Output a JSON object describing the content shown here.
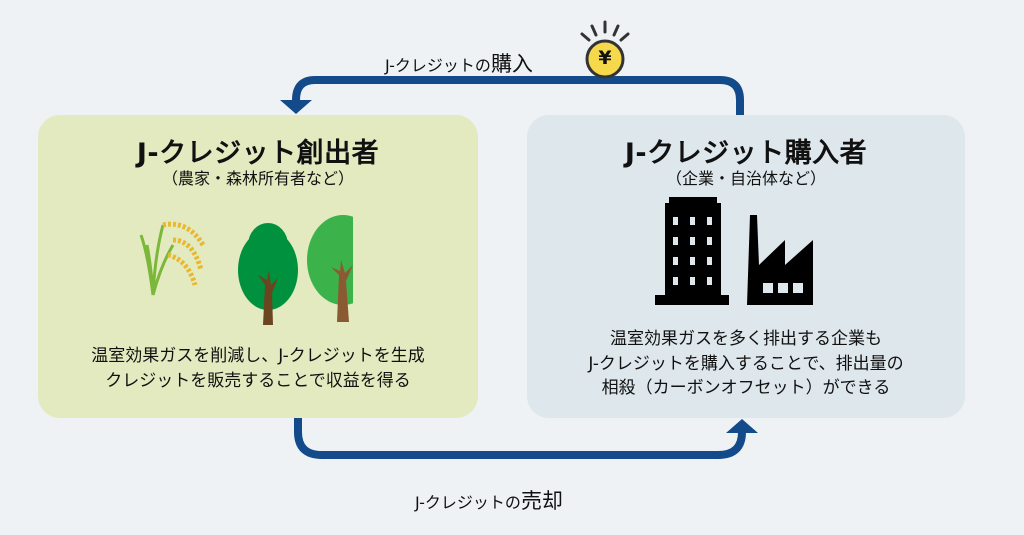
{
  "flows": {
    "purchase": {
      "prefix": "J-クレジットの",
      "emphasis": "購入"
    },
    "sale": {
      "prefix": "J-クレジットの",
      "emphasis": "売却"
    }
  },
  "creator": {
    "title": "J-クレジット創出者",
    "subtitle": "（農家・森林所有者など）",
    "description": [
      "温室効果ガスを削減し、J-クレジットを生成",
      "クレジットを販売することで収益を得る"
    ]
  },
  "buyer": {
    "title": "J-クレジット購入者",
    "subtitle": "（企業・自治体など）",
    "description": [
      "温室効果ガスを多く排出する企業も",
      "J-クレジットを購入することで、排出量の",
      "相殺（カーボンオフセット）ができる"
    ]
  },
  "coin": {
    "symbol": "¥"
  },
  "colors": {
    "arrow": "#134a8a",
    "creator_bg": "#e3eac0",
    "buyer_bg": "#dde7ec",
    "coin": "#f5d94b"
  }
}
